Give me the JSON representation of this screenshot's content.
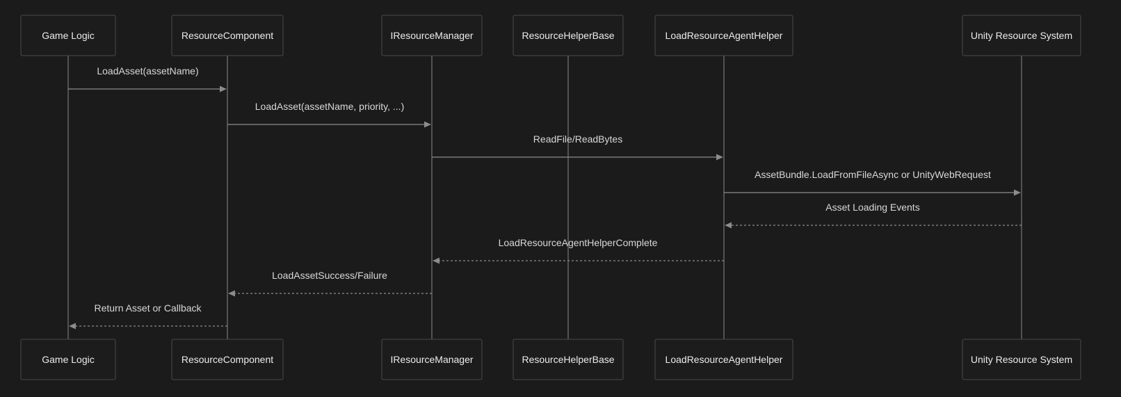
{
  "actors": [
    {
      "id": "game_logic",
      "label": "Game Logic"
    },
    {
      "id": "resource_component",
      "label": "ResourceComponent"
    },
    {
      "id": "iresource_manager",
      "label": "IResourceManager"
    },
    {
      "id": "resource_helper_base",
      "label": "ResourceHelperBase"
    },
    {
      "id": "load_resource_agent_helper",
      "label": "LoadResourceAgentHelper"
    },
    {
      "id": "unity_resource_system",
      "label": "Unity Resource System"
    }
  ],
  "messages": [
    {
      "from": 0,
      "to": 1,
      "label": "LoadAsset(assetName)",
      "style": "solid"
    },
    {
      "from": 1,
      "to": 2,
      "label": "LoadAsset(assetName, priority, ...)",
      "style": "solid"
    },
    {
      "from": 2,
      "to": 4,
      "label": "ReadFile/ReadBytes",
      "style": "solid"
    },
    {
      "from": 4,
      "to": 5,
      "label": "AssetBundle.LoadFromFileAsync or UnityWebRequest",
      "style": "solid"
    },
    {
      "from": 5,
      "to": 4,
      "label": "Asset Loading Events",
      "style": "dashed"
    },
    {
      "from": 4,
      "to": 2,
      "label": "LoadResourceAgentHelperComplete",
      "style": "dashed"
    },
    {
      "from": 2,
      "to": 1,
      "label": "LoadAssetSuccess/Failure",
      "style": "dashed"
    },
    {
      "from": 1,
      "to": 0,
      "label": "Return Asset or Callback",
      "style": "dashed"
    }
  ],
  "colors": {
    "background": "#1b1b1b",
    "box_border": "#4a4a4a",
    "line": "#8c8c8c",
    "text": "#ececec"
  }
}
